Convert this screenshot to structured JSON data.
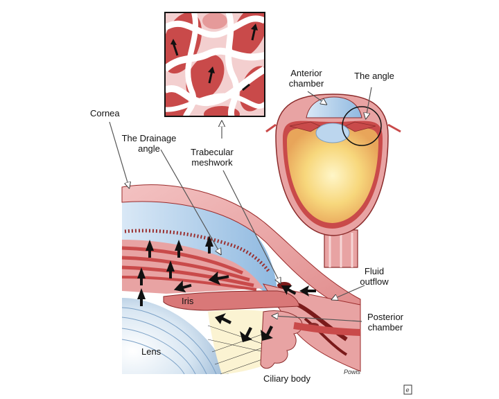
{
  "labels": {
    "cornea": "Cornea",
    "drainage_angle_1": "The Drainage",
    "drainage_angle_2": "angle",
    "trabecular_1": "Trabecular",
    "trabecular_2": "meshwork",
    "anterior_1": "Anterior",
    "anterior_2": "chamber",
    "the_angle": "The angle",
    "fluid_1": "Fluid",
    "fluid_2": "outflow",
    "posterior_1": "Posterior",
    "posterior_2": "chamber",
    "iris": "Iris",
    "lens": "Lens",
    "ciliary": "Ciliary body",
    "signature": "Powis",
    "corner_mark": "e"
  },
  "colors": {
    "tissue_pink": "#e8a3a3",
    "tissue_red": "#c94a4a",
    "tissue_dark": "#9a2a2a",
    "chamber_blue": "#a9cbe8",
    "lens_yellow": "#f7d77c",
    "lens_blue": "#cfe0f0",
    "ciliary_cream": "#fbf3d2"
  }
}
